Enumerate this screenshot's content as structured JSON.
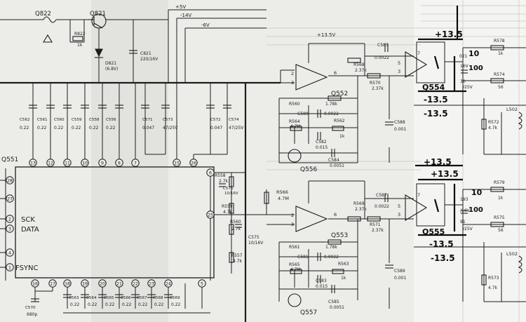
{
  "rails": {
    "plus_5v": "+5V",
    "minus_14v": "-14V",
    "minus_6v": "-6V",
    "plus_13_5v": "+13.5V"
  },
  "regulator": {
    "q822": "Q822",
    "q821": "Q821",
    "r822": "R822",
    "r822_val": "1k",
    "d821": "D821",
    "d821_val": "(6.8V)",
    "c821": "C821",
    "c821_val": "220/16V"
  },
  "ic": {
    "ref": "Q551",
    "left_pins": [
      "28",
      "27",
      "2",
      "3",
      "4",
      "1"
    ],
    "top_pins": [
      "13",
      "12",
      "11",
      "10",
      "9",
      "8",
      "7",
      "15",
      "26"
    ],
    "bottom_pins": [
      "16",
      "17",
      "18",
      "19",
      "20",
      "21",
      "22",
      "23",
      "24",
      "5"
    ],
    "right_pins": [
      "6",
      "25"
    ],
    "labels": {
      "sck": "SCK",
      "data": "DATA",
      "fsync": "FSYNC"
    }
  },
  "top_caps": [
    {
      "ref": "C562",
      "val": "0.22"
    },
    {
      "ref": "C561",
      "val": "0.22"
    },
    {
      "ref": "C560",
      "val": "0.22"
    },
    {
      "ref": "C559",
      "val": "0.22"
    },
    {
      "ref": "C558",
      "val": "0.22"
    },
    {
      "ref": "C556",
      "val": "0.22"
    },
    {
      "ref": "C571",
      "val": "0.047"
    },
    {
      "ref": "C573",
      "val": "47/25V"
    },
    {
      "ref": "C572",
      "val": "0.047"
    },
    {
      "ref": "C574",
      "val": "47/25V"
    }
  ],
  "bottom_caps": [
    {
      "ref": "C570",
      "val": "680p"
    },
    {
      "ref": "C563",
      "val": "0.22"
    },
    {
      "ref": "C564",
      "val": "0.22"
    },
    {
      "ref": "C565",
      "val": "0.22"
    },
    {
      "ref": "C566",
      "val": "0.22"
    },
    {
      "ref": "C567",
      "val": "0.22"
    },
    {
      "ref": "C568",
      "val": "0.22"
    },
    {
      "ref": "C569",
      "val": "0.22"
    }
  ],
  "side_parts": {
    "r558": "R558",
    "r558_val": "2.7k",
    "c576": "C576",
    "c576_val": "10/16V",
    "r559": "R559",
    "r559_val": "4.7k",
    "r560b": "R560",
    "r560b_val": "2.7k",
    "r557": "R557",
    "r557_val": "4.7k",
    "c575": "C575",
    "c575_val": "10/16V",
    "r566": "R566",
    "r566_val": "4.7M"
  },
  "upper_channel": {
    "opamp": "Q552",
    "pin_a": "2",
    "pin_b": "3",
    "pin_out": "6",
    "fet": "Q556",
    "r568": "R568",
    "r568_val": "2.37k",
    "c585": "C585",
    "c585_val": "0.0022",
    "r570": "R570",
    "r570_val": "2.37k",
    "r560": "R560",
    "r560_val": "1.78k",
    "c580": "C580",
    "c580_val": "0.0022",
    "r564": "R564",
    "r564_val": "4.7M",
    "r562": "R562",
    "r562_val": "1k",
    "c582": "C582",
    "c582_val": "0.015",
    "c584": "C584",
    "c584_val": "0.0051",
    "c588": "C588",
    "c588_val": "0.001",
    "pin7": "7",
    "pin5": "5",
    "pin3": "3"
  },
  "lower_channel": {
    "opamp": "Q553",
    "pin_a": "2",
    "pin_b": "3",
    "pin_out": "6",
    "fet": "Q557",
    "r569": "R569",
    "r569_val": "2.37k",
    "c587": "C587",
    "c587_val": "0.0022",
    "r571": "R571",
    "r571_val": "2.37k",
    "r561": "R561",
    "r561_val": "1.78k",
    "c581": "C581",
    "c581_val": "0.0022",
    "r565": "R565",
    "r565_val": "4.7M",
    "r563": "R563",
    "r563_val": "1k",
    "c583": "C583",
    "c583_val": "0.015",
    "c585b": "C585",
    "c585b_val": "0.0051",
    "c589": "C589",
    "c589_val": "0.001",
    "pin7": "7",
    "pin5": "5",
    "pin3": "3"
  },
  "output_upper": {
    "r578": "R578",
    "r578_val": "1k",
    "r574": "R574",
    "r574_val": "56",
    "r572": "R572",
    "r572_val": "4.7k",
    "l502": "L502",
    "c16v": "16V",
    "c25v": "/25V",
    "c021": "021",
    "c30": "30"
  },
  "output_lower": {
    "r579": "R579",
    "r579_val": "1k",
    "r575": "R575",
    "r575_val": "56",
    "r573": "R573",
    "r573_val": "4.7k",
    "l502": "L502",
    "c16v": "/16V",
    "c25v": "/25V",
    "c193": "193",
    "c91": "91"
  },
  "handwritten": {
    "upper_plus": "+13.5",
    "upper_q": "Q554",
    "upper_10": "10",
    "upper_100": "100",
    "upper_minus_a": "-13.5",
    "upper_minus_b": "-13.5",
    "lower_plus_a": "+13.5",
    "lower_plus_b": "+13.5",
    "lower_q": "Q555",
    "lower_10": "10",
    "lower_100": "100",
    "lower_minus_a": "-13.5",
    "lower_minus_b": "-13.5"
  },
  "colors": {
    "paper": "#ecece9",
    "ink": "#1d1d1d",
    "grid": "#bdbdb8",
    "marker": "#0c0c0c"
  }
}
